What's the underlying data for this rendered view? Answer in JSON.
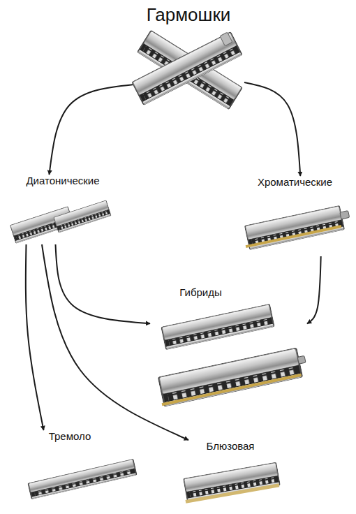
{
  "diagram": {
    "nodes": [
      {
        "text": [
          "Гармошки"
        ]
      },
      {
        "text": [
          "Диатонические"
        ]
      },
      {
        "text": [
          "Хроматические"
        ]
      },
      {
        "text": [
          "Гибриды"
        ]
      },
      {
        "text": [
          "Тремоло"
        ]
      },
      {
        "text": [
          "Блюзовая"
        ]
      }
    ],
    "edges": [
      {
        "from": 0,
        "to": 1,
        "arrow": "to"
      },
      {
        "from": 0,
        "to": 2,
        "arrow": "to"
      },
      {
        "from": 1,
        "to": 3,
        "arrow": "to"
      },
      {
        "from": 2,
        "to": 3,
        "arrow": "to"
      },
      {
        "from": 1,
        "to": 4,
        "arrow": "to"
      },
      {
        "from": 1,
        "to": 5,
        "arrow": "to"
      }
    ]
  }
}
